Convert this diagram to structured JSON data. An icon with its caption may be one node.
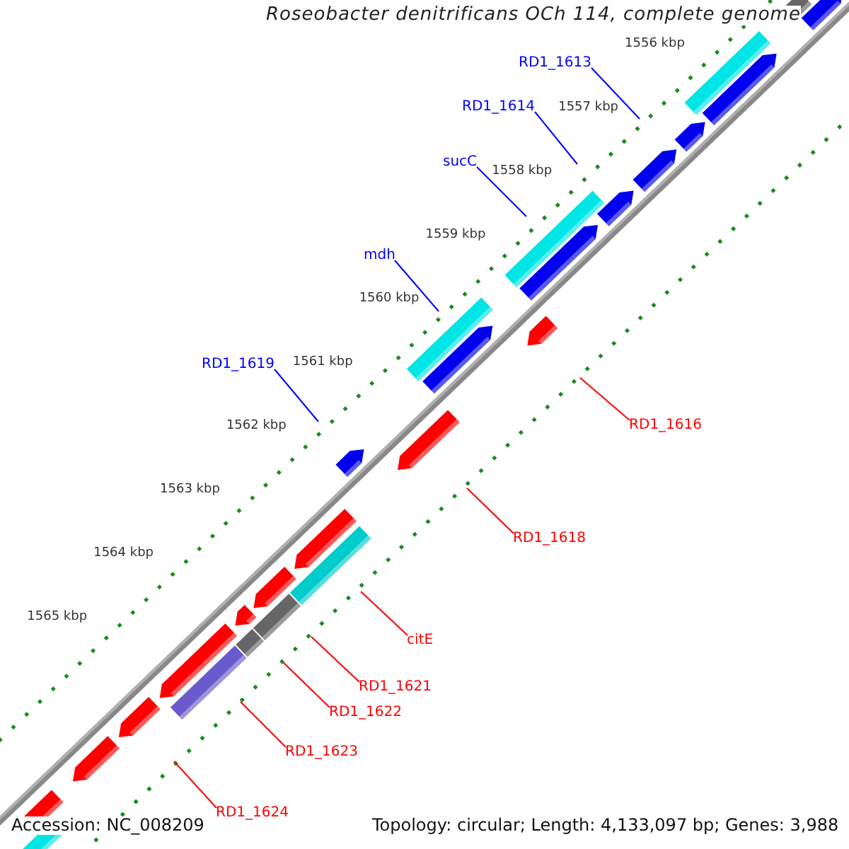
{
  "diagram": {
    "title": "Roseobacter denitrificans OCh 114, complete genome",
    "nodes": [
      {
        "text": [
          "RD1_1613"
        ]
      },
      {
        "text": [
          "RD1_1614"
        ]
      },
      {
        "text": [
          "sucC"
        ]
      },
      {
        "text": [
          "mdh"
        ]
      },
      {
        "text": [
          "RD1_1619"
        ]
      },
      {
        "text": [
          "RD1_1616"
        ]
      },
      {
        "text": [
          "RD1_1618"
        ]
      },
      {
        "text": [
          "citE"
        ]
      },
      {
        "text": [
          "RD1_1621"
        ]
      },
      {
        "text": [
          "RD1_1622"
        ]
      },
      {
        "text": [
          "RD1_1623"
        ]
      },
      {
        "text": [
          "RD1_1624"
        ]
      }
    ],
    "edges": [
      {
        "from": 0,
        "to": null,
        "arrow": "none",
        "color": "#0000ff"
      },
      {
        "from": 1,
        "to": null,
        "arrow": "none",
        "color": "#0000ff"
      },
      {
        "from": 2,
        "to": null,
        "arrow": "none",
        "color": "#0000ff"
      },
      {
        "from": 3,
        "to": null,
        "arrow": "none",
        "color": "#0000ff"
      },
      {
        "from": 4,
        "to": null,
        "arrow": "none",
        "color": "#0000ff"
      },
      {
        "from": 5,
        "to": null,
        "arrow": "none"
      },
      {
        "from": 6,
        "to": null,
        "arrow": "none"
      },
      {
        "from": 7,
        "to": null,
        "arrow": "none"
      },
      {
        "from": 8,
        "to": null,
        "arrow": "none"
      },
      {
        "from": 9,
        "to": null,
        "arrow": "none"
      },
      {
        "from": 10,
        "to": null,
        "arrow": "none"
      },
      {
        "from": 11,
        "to": null,
        "arrow": "none"
      }
    ],
    "labels": [
      "1556 kbp",
      "1557 kbp",
      "1558 kbp",
      "1559 kbp",
      "1560 kbp",
      "1561 kbp",
      "1562 kbp",
      "1563 kbp",
      "1564 kbp",
      "1565 kbp",
      "Accession: NC_008209",
      "Topology: circular; Length: 4,133,097 bp; Genes: 3,988"
    ]
  }
}
